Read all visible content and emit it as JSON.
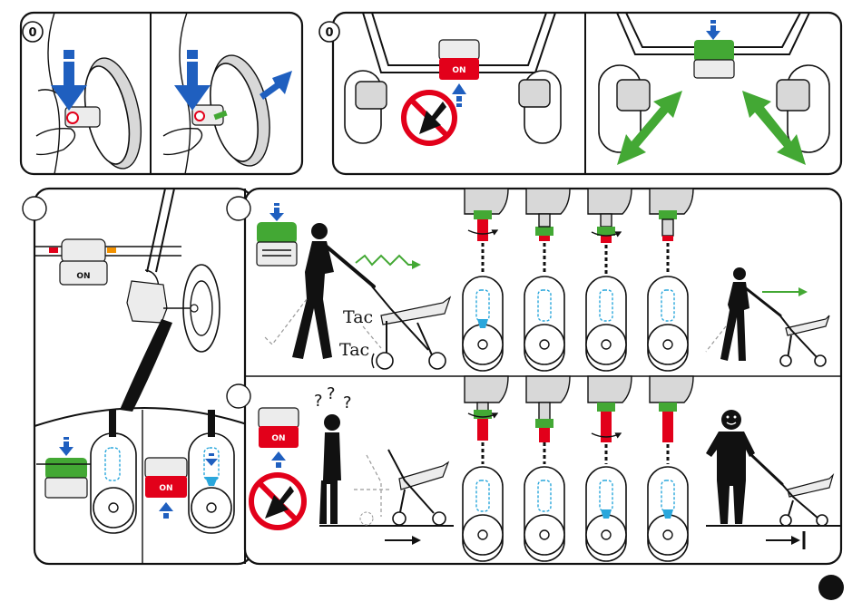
{
  "step_badges": [
    "0",
    "0"
  ],
  "on_labels": [
    "ON",
    "ON",
    "ON",
    "ON",
    "ON"
  ],
  "sound_words": [
    "Tac",
    "Tac"
  ],
  "question_marks": [
    "?",
    "?",
    "?"
  ],
  "colors": {
    "brake_on": "#e2001a",
    "brake_off": "#43a834",
    "push_arrow": "#1f5fbf",
    "motion_arrow": "#43a834",
    "indicator": "#2aa7dc",
    "prohibited": "#e2001a"
  },
  "icons": [
    "down-arrow-icon",
    "prohibited-icon",
    "move-arrow-icon",
    "motion-arrow-icon",
    "stop-arrow-icon",
    "smiley-icon",
    "page-dot-icon"
  ]
}
